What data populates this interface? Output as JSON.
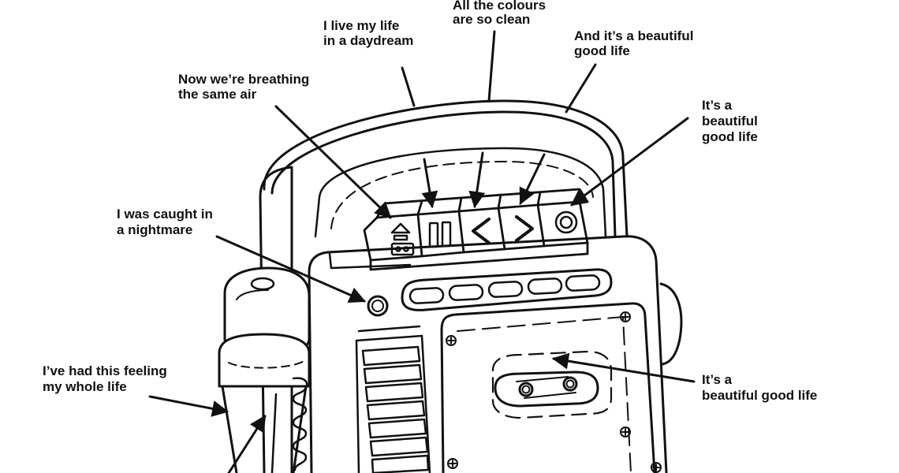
{
  "annotations": {
    "colours": [
      "All the colours",
      "are so clean"
    ],
    "daydream": [
      "I live my life",
      "in a daydream"
    ],
    "beautiful_top": [
      "And it’s a beautiful",
      "good life"
    ],
    "breathing": [
      "Now we’re breathing",
      "the same air"
    ],
    "beautiful_right": [
      "It’s a",
      "beautiful",
      "good life"
    ],
    "nightmare": [
      "I was caught in",
      "a nightmare"
    ],
    "feeling": [
      "I’ve had this feeling",
      "my whole life"
    ],
    "beautiful_cassette": [
      "It’s a",
      "beautiful good life"
    ]
  },
  "colors": {
    "ink": "#111111",
    "paper": "#ffffff"
  },
  "icons": [
    "eject-icon",
    "pause-icon",
    "rewind-icon",
    "forward-icon",
    "record-icon"
  ]
}
